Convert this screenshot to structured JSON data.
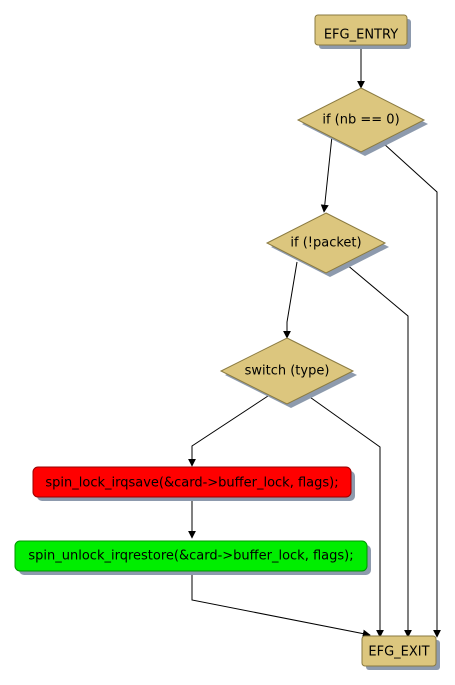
{
  "nodes": {
    "entry": "EFG_ENTRY",
    "if_nb": "if (nb == 0)",
    "if_packet": "if (!packet)",
    "switch_type": "switch (type)",
    "lock": "spin_lock_irqsave(&card->buffer_lock, flags);",
    "unlock": "spin_unlock_irqrestore(&card->buffer_lock, flags);",
    "exit": "EFG_EXIT"
  },
  "colors": {
    "terminal_fill": "#dcc67e",
    "decision_fill": "#dcc67e",
    "lock_fill": "#ff0000",
    "unlock_fill": "#00ee00",
    "shadow": "#8d9aad",
    "edge": "#000000"
  }
}
